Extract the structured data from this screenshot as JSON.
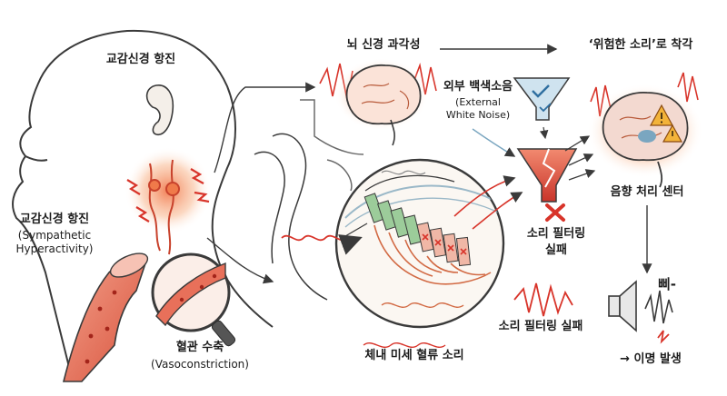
{
  "labels": {
    "sympathetic_top": "교감신경 항진",
    "sympathetic_left_ko": "교감신경 항진",
    "sympathetic_left_en_1": "(Sympathetic",
    "sympathetic_left_en_2": "Hyperactivity)",
    "vasoconstriction_ko": "혈관 수축",
    "vasoconstriction_en": "(Vasoconstriction)",
    "hypersensitivity": "뇌 신경 과각성",
    "misperception": "‘위험한 소리’로 착각",
    "white_noise_ko": "외부 백색소음",
    "white_noise_en_1": "(External",
    "white_noise_en_2": "White Noise)",
    "filter_fail_1": "소리 필터링",
    "filter_fail_2": "실패",
    "filter_fail_bottom": "소리 필터링 실패",
    "sound_center": "음향 처리 센터",
    "blood_flow_sound": "체내 미세 혈류 소리",
    "beep": "삐-",
    "tinnitus": "→ 이명 발생"
  },
  "colors": {
    "line": "#3a3a3a",
    "accent_red": "#d8342a",
    "glow_orange": "#f4a06a",
    "neuron_green": "#9ccc9a",
    "funnel_blue": "#cfe3ef",
    "vessel_red": "#e8705a"
  }
}
